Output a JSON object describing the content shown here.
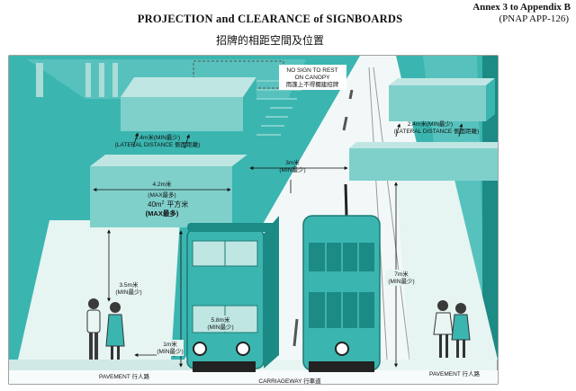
{
  "header": {
    "annex": "Annex 3 to Appendix B",
    "pnap": "(PNAP APP-126)",
    "title": "PROJECTION and CLEARANCE of SIGNBOARDS",
    "subtitle": "招牌的相距空間及位置"
  },
  "labels": {
    "no_sign_1": "NO SIGN TO REST",
    "no_sign_2": "ON CANOPY",
    "no_sign_3": "雨篷上不得擱建招牌",
    "lat_left_1": "2.4m米(MIN最少)",
    "lat_left_2": "(LATERAL DISTANCE 側面距離)",
    "lat_right_1": "2.4m米(MIN最少)",
    "lat_right_2": "(LATERAL DISTANCE 側面距離)",
    "dist3_1": "3m米",
    "dist3_2": "(MIN最少)",
    "proj_1": "4.2m米",
    "proj_2": "(MAX最多)",
    "area_1": "40m",
    "area_sup": "2",
    "area_2": "平方米",
    "area_3": "(MAX最多)",
    "h35_1": "3.5m米",
    "h35_2": "(MIN最少)",
    "h58_1": "5.8m米",
    "h58_2": "(MIN最少)",
    "h1_1": "1m米",
    "h1_2": "(MIN最少)",
    "h7_1": "7m米",
    "h7_2": "(MIN最少)",
    "pavement_left": "PAVEMENT 行人路",
    "carriageway": "CARRIAGEWAY 行車道",
    "pavement_right": "PAVEMENT 行人路"
  },
  "colors": {
    "teal": "#3bb5b0",
    "teal_light": "#7fd0cb",
    "teal_pale": "#bfe6e2",
    "teal_dark": "#1c8a85",
    "sky": "#d7eeec",
    "road": "#eef6f5",
    "pavement": "#cfe9e6"
  }
}
